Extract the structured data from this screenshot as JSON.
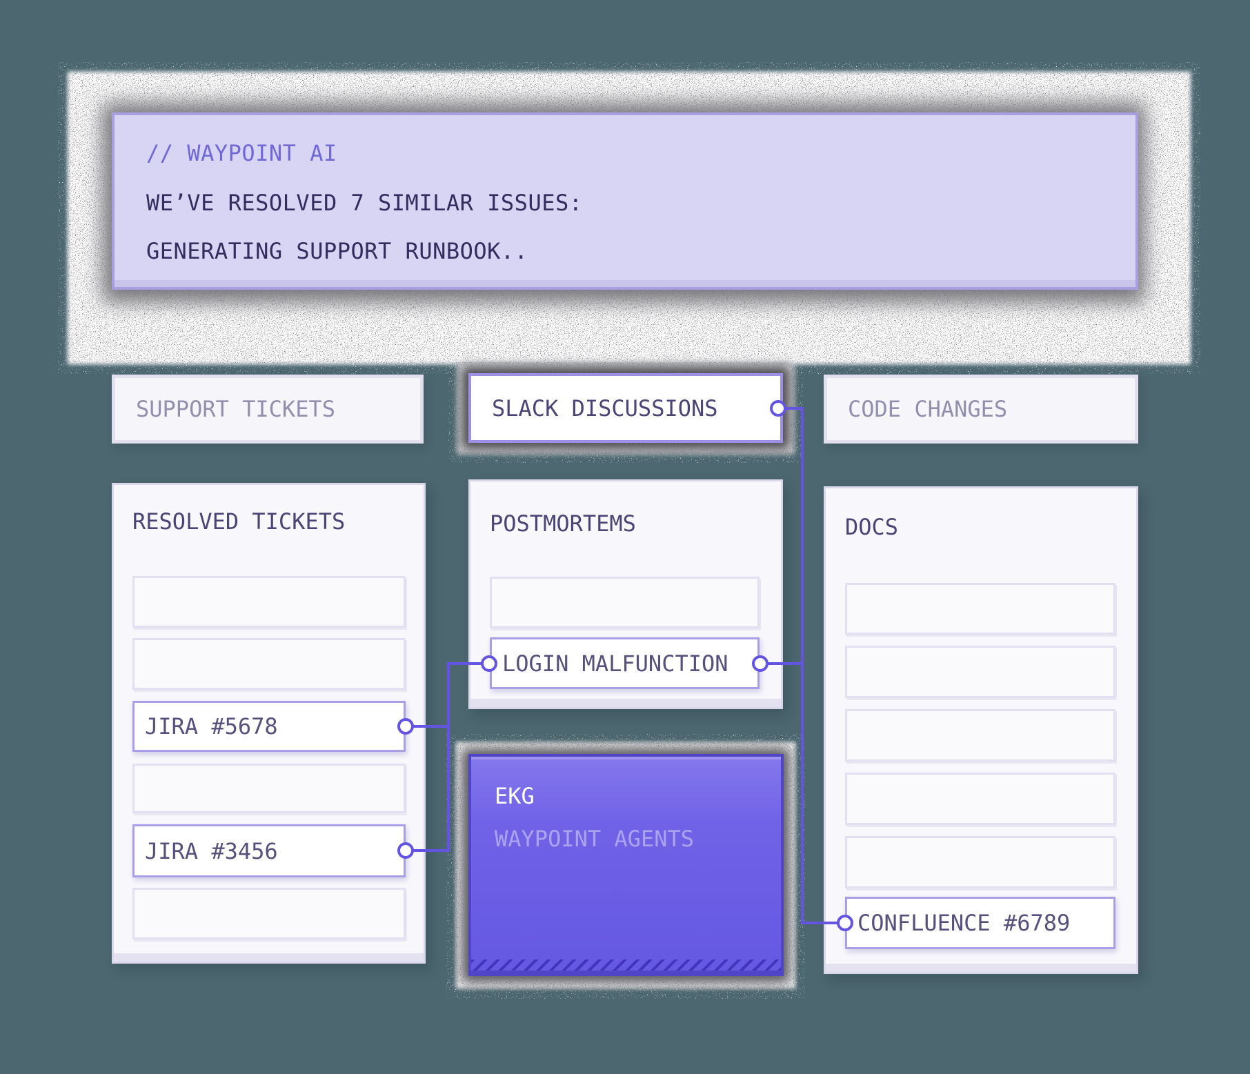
{
  "colors": {
    "page_background": "#4C6770",
    "accent_connector": "#6355E2",
    "banner_background": "#D8D4F3",
    "banner_border": "#A89FE1",
    "banner_comment_text": "#7168D8",
    "dark_text": "#332D5F",
    "panel_title_text": "#4B4476",
    "muted_header_text": "#928FAE",
    "node_border": "#A89FE8",
    "ekg_fill": "#6E60E5",
    "ekg_border": "#5044C8"
  },
  "banner": {
    "comment": "// WAYPOINT AI",
    "status_line_1": "WE’VE RESOLVED 7 SIMILAR ISSUES:",
    "status_line_2": "GENERATING SUPPORT RUNBOOK.."
  },
  "source_headers": {
    "support_tickets": "SUPPORT TICKETS",
    "slack_discussions": "SLACK DISCUSSIONS",
    "code_changes": "CODE CHANGES"
  },
  "panels": {
    "resolved_tickets": {
      "title": "RESOLVED TICKETS",
      "tickets": [
        "JIRA #5678",
        "JIRA #3456"
      ]
    },
    "postmortems": {
      "title": "POSTMORTEMS",
      "items": [
        "LOGIN MALFUNCTION"
      ]
    },
    "docs": {
      "title": "DOCS",
      "items": [
        "CONFLUENCE #6789"
      ]
    }
  },
  "ekg": {
    "label": "EKG",
    "sublabel": "WAYPOINT AGENTS"
  },
  "connections": [
    [
      "SLACK DISCUSSIONS",
      "LOGIN MALFUNCTION"
    ],
    [
      "JIRA #5678",
      "LOGIN MALFUNCTION"
    ],
    [
      "JIRA #3456",
      "LOGIN MALFUNCTION"
    ],
    [
      "LOGIN MALFUNCTION",
      "CONFLUENCE #6789"
    ]
  ]
}
